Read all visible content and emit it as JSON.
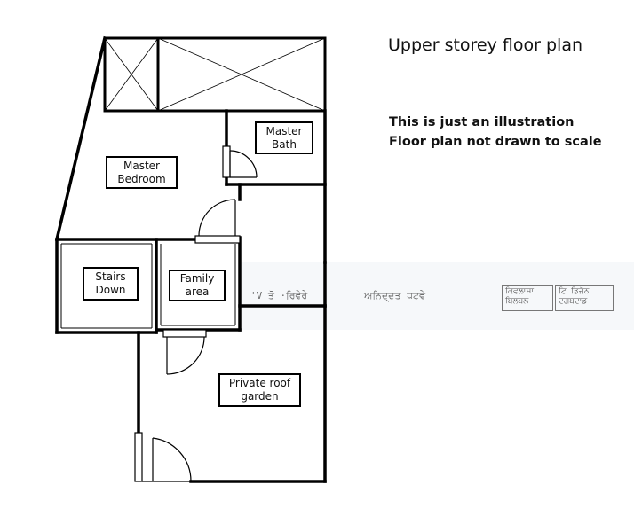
{
  "title": "Upper storey floor plan",
  "notes": [
    "This is just an illustration",
    "Floor plan not drawn to scale"
  ],
  "rooms": {
    "master_bath": "Master\nBath",
    "master_bedroom": "Master\nBedroom",
    "stairs_down": "Stairs\nDown",
    "family_area": "Family\narea",
    "roof_garden": "Private roof\ngarden"
  },
  "watermark": {
    "strip": "'V ਤੋ ·ਰਿਵੇਰੇ",
    "mid": "ਅਨਿਦ੍ਦਤ ਧਟਵੇ",
    "box_left": "ਕਿਵਲਾਸ਼ਾ\nਬਿਲਬਲ",
    "box_right": "ਟਿ ਡਿਜੋਨ\nਦਗਬਦਾਡ"
  },
  "colors": {
    "wall": "#000000",
    "background": "#ffffff"
  }
}
